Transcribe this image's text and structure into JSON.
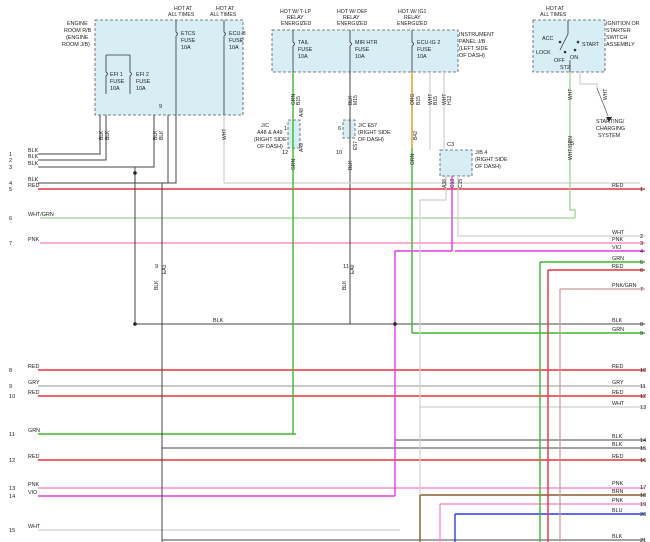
{
  "header_labels": [
    {
      "key": "eng_hot_a",
      "text": "HOT AT"
    },
    {
      "key": "eng_hot_b",
      "text": "ALL TIMES"
    },
    {
      "key": "ecu_hot_a",
      "text": "HOT AT"
    },
    {
      "key": "ecu_hot_b",
      "text": "ALL TIMES"
    },
    {
      "key": "tail_a",
      "text": "HOT W/ T-LP"
    },
    {
      "key": "tail_b",
      "text": "RELAY"
    },
    {
      "key": "tail_c",
      "text": "ENERGIZED"
    },
    {
      "key": "def_a",
      "text": "HOT W/ DEF"
    },
    {
      "key": "def_b",
      "text": "RELAY"
    },
    {
      "key": "def_c",
      "text": "ENERGIZED"
    },
    {
      "key": "ig1_a",
      "text": "HOT W/ IG1"
    },
    {
      "key": "ig1_b",
      "text": "RELAY"
    },
    {
      "key": "ig1_c",
      "text": "ENERGIZED"
    },
    {
      "key": "ign_hot_a",
      "text": "HOT AT"
    },
    {
      "key": "ign_hot_b",
      "text": "ALL TIMES"
    }
  ],
  "boxes": {
    "engine_room": [
      "ENGINE",
      "ROOM R/B",
      "(ENGINE",
      "ROOM J/B)"
    ],
    "instrument_panel": [
      "INSTRUMENT",
      "PANEL J/B",
      "(LEFT SIDE",
      "OF DASH)"
    ],
    "ignition": [
      "IGNITION OR",
      "STARTER",
      "SWITCH",
      "ASSEMBLY"
    ]
  },
  "fuses": [
    {
      "key": "etcs",
      "lines": [
        "ETCS",
        "FUSE",
        "10A"
      ]
    },
    {
      "key": "ecub",
      "lines": [
        "ECU-B",
        "FUSE",
        "10A"
      ]
    },
    {
      "key": "efi1",
      "lines": [
        "EFI 1",
        "FUSE",
        "10A"
      ]
    },
    {
      "key": "efi2",
      "lines": [
        "EFI 2",
        "FUSE",
        "10A"
      ]
    },
    {
      "key": "tail",
      "lines": [
        "TAIL",
        "FUSE",
        "10A"
      ]
    },
    {
      "key": "mirhtr",
      "lines": [
        "MIR HTR",
        "FUSE",
        "10A"
      ]
    },
    {
      "key": "ecuig2",
      "lines": [
        "ECU-IG 2",
        "FUSE",
        "10A"
      ]
    }
  ],
  "ignition_switch": {
    "acc": "ACC",
    "lock": "LOCK",
    "off": "OFF",
    "on": "ON",
    "start": "START",
    "st2": "ST2"
  },
  "junctions": {
    "jc_a48": [
      "J/C",
      "A48 & A49",
      "(RIGHT SIDE",
      "OF DASH)"
    ],
    "jc_e57": [
      "J/C E57",
      "(RIGHT SIDE",
      "OF DASH)"
    ],
    "jb4": [
      "J/B 4",
      "(RIGHT SIDE",
      "OF DASH)"
    ],
    "starting": [
      "STARTING/",
      "CHARGING",
      "SYSTEM"
    ]
  },
  "vertical_labels": [
    {
      "key": "v1",
      "text": "BLK"
    },
    {
      "key": "v2",
      "text": "BLK"
    },
    {
      "key": "v3",
      "text": "BLK"
    },
    {
      "key": "v4",
      "text": "BLK"
    },
    {
      "key": "v5",
      "text": "WHT"
    },
    {
      "key": "v6",
      "text": "GRN"
    },
    {
      "key": "v7",
      "text": "B15"
    },
    {
      "key": "v8",
      "text": "BLK"
    },
    {
      "key": "v9",
      "text": "M15"
    },
    {
      "key": "v10",
      "text": "ORG"
    },
    {
      "key": "v11",
      "text": "B15"
    },
    {
      "key": "v12",
      "text": "WHT"
    },
    {
      "key": "v13",
      "text": "B15"
    },
    {
      "key": "v14",
      "text": "WHT"
    },
    {
      "key": "v15",
      "text": "H12"
    },
    {
      "key": "v16",
      "text": "WHT"
    },
    {
      "key": "v17",
      "text": "WHT"
    },
    {
      "key": "v18",
      "text": "A48"
    },
    {
      "key": "v19",
      "text": "A49"
    },
    {
      "key": "v20",
      "text": "GRN"
    },
    {
      "key": "v21",
      "text": "E57"
    },
    {
      "key": "v22",
      "text": "BLK"
    },
    {
      "key": "v23",
      "text": "B42"
    },
    {
      "key": "v24",
      "text": "GRN"
    },
    {
      "key": "v25",
      "text": "A38"
    },
    {
      "key": "v26",
      "text": "C13"
    },
    {
      "key": "v27",
      "text": "C15"
    },
    {
      "key": "v28",
      "text": "WHT/GRN"
    },
    {
      "key": "v29",
      "text": "BLK"
    },
    {
      "key": "v30",
      "text": "EA1"
    },
    {
      "key": "v31",
      "text": "BLK"
    },
    {
      "key": "v32",
      "text": "EA0"
    }
  ],
  "pin_numbers": [
    {
      "key": "p_efi_a",
      "text": "9"
    },
    {
      "key": "p_jc1",
      "text": "1"
    },
    {
      "key": "p_jc12",
      "text": "12"
    },
    {
      "key": "p_e57a",
      "text": "6"
    },
    {
      "key": "p_e57b",
      "text": "10"
    },
    {
      "key": "p_jb_c3",
      "text": "C3"
    },
    {
      "key": "p_st_15",
      "text": "15"
    },
    {
      "key": "p_ea1",
      "text": "9"
    },
    {
      "key": "p_ea0",
      "text": "11"
    }
  ],
  "left_rows": [
    {
      "num": "1",
      "label": "BLK"
    },
    {
      "num": "2",
      "label": "BLK"
    },
    {
      "num": "3",
      "label": "BLK"
    },
    {
      "num": "4",
      "label": "BLK"
    },
    {
      "num": "5",
      "label": "RED"
    },
    {
      "num": "6",
      "label": "WHT/GRN"
    },
    {
      "num": "7",
      "label": "PNK"
    },
    {
      "num": "8",
      "label": "RED"
    },
    {
      "num": "9",
      "label": "GRY"
    },
    {
      "num": "10",
      "label": "RED"
    },
    {
      "num": "11",
      "label": "GRN"
    },
    {
      "num": "12",
      "label": "RED"
    },
    {
      "num": "13",
      "label": "PNK"
    },
    {
      "num": "14",
      "label": "VIO"
    },
    {
      "num": "15",
      "label": "WHT"
    }
  ],
  "right_rows": [
    {
      "num": "1",
      "label": "RED"
    },
    {
      "num": "2",
      "label": "WHT"
    },
    {
      "num": "3",
      "label": "PNK"
    },
    {
      "num": "4",
      "label": "VIO"
    },
    {
      "num": "5",
      "label": "GRN"
    },
    {
      "num": "6",
      "label": "RED"
    },
    {
      "num": "7",
      "label": "PNK/GRN"
    },
    {
      "num": "8",
      "label": "BLK"
    },
    {
      "num": "9",
      "label": "GRN"
    },
    {
      "num": "10",
      "label": "RED"
    },
    {
      "num": "11",
      "label": "GRY"
    },
    {
      "num": "12",
      "label": "RED"
    },
    {
      "num": "13",
      "label": "WHT"
    },
    {
      "num": "14",
      "label": "BLK"
    },
    {
      "num": "15",
      "label": "BLK"
    },
    {
      "num": "16",
      "label": "RED"
    },
    {
      "num": "17",
      "label": "PNK"
    },
    {
      "num": "18",
      "label": "BRN"
    },
    {
      "num": "19",
      "label": "PNK"
    },
    {
      "num": "20",
      "label": "BLU"
    },
    {
      "num": "21",
      "label": "BLK"
    }
  ],
  "mid_labels": {
    "blk_bus": "BLK"
  },
  "wire_colors": {
    "red": "#e8323c",
    "pink": "#ff8fc8",
    "violet": "#e23ce6",
    "green": "#3bb82b",
    "gray": "#b8b8b8",
    "white": "#cfcfcf",
    "black": "#444444",
    "wht_grn": "#9ccf8c",
    "orange": "#e89320",
    "blue": "#2a3fe0",
    "brown": "#8a5a2b",
    "pnk_grn": "#c89a9a"
  }
}
